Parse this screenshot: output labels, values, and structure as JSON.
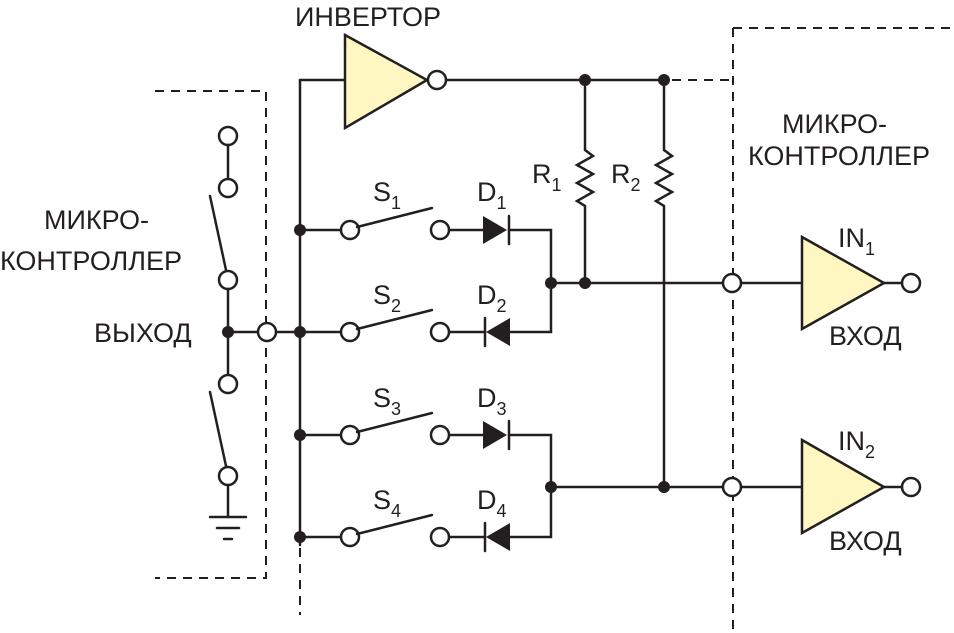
{
  "colors": {
    "buffer_fill": "#fff7c2",
    "ink": "#231f20",
    "background": "#ffffff"
  },
  "labels": {
    "inverter": "ИНВЕРТОР",
    "mcu_left_line1": "МИКРО-",
    "mcu_left_line2": "КОНТРОЛЛЕР",
    "output": "ВЫХОД",
    "mcu_right_line1": "МИКРО-",
    "mcu_right_line2": "КОНТРОЛЛЕР",
    "input_1": "ВХОД",
    "input_2": "ВХОД"
  },
  "components": {
    "in1": {
      "letter": "IN",
      "index": "1"
    },
    "in2": {
      "letter": "IN",
      "index": "2"
    },
    "r1": {
      "letter": "R",
      "index": "1"
    },
    "r2": {
      "letter": "R",
      "index": "2"
    },
    "s1": {
      "letter": "S",
      "index": "1"
    },
    "s2": {
      "letter": "S",
      "index": "2"
    },
    "s3": {
      "letter": "S",
      "index": "3"
    },
    "s4": {
      "letter": "S",
      "index": "4"
    },
    "d1": {
      "letter": "D",
      "index": "1"
    },
    "d2": {
      "letter": "D",
      "index": "2"
    },
    "d3": {
      "letter": "D",
      "index": "3"
    },
    "d4": {
      "letter": "D",
      "index": "4"
    }
  }
}
